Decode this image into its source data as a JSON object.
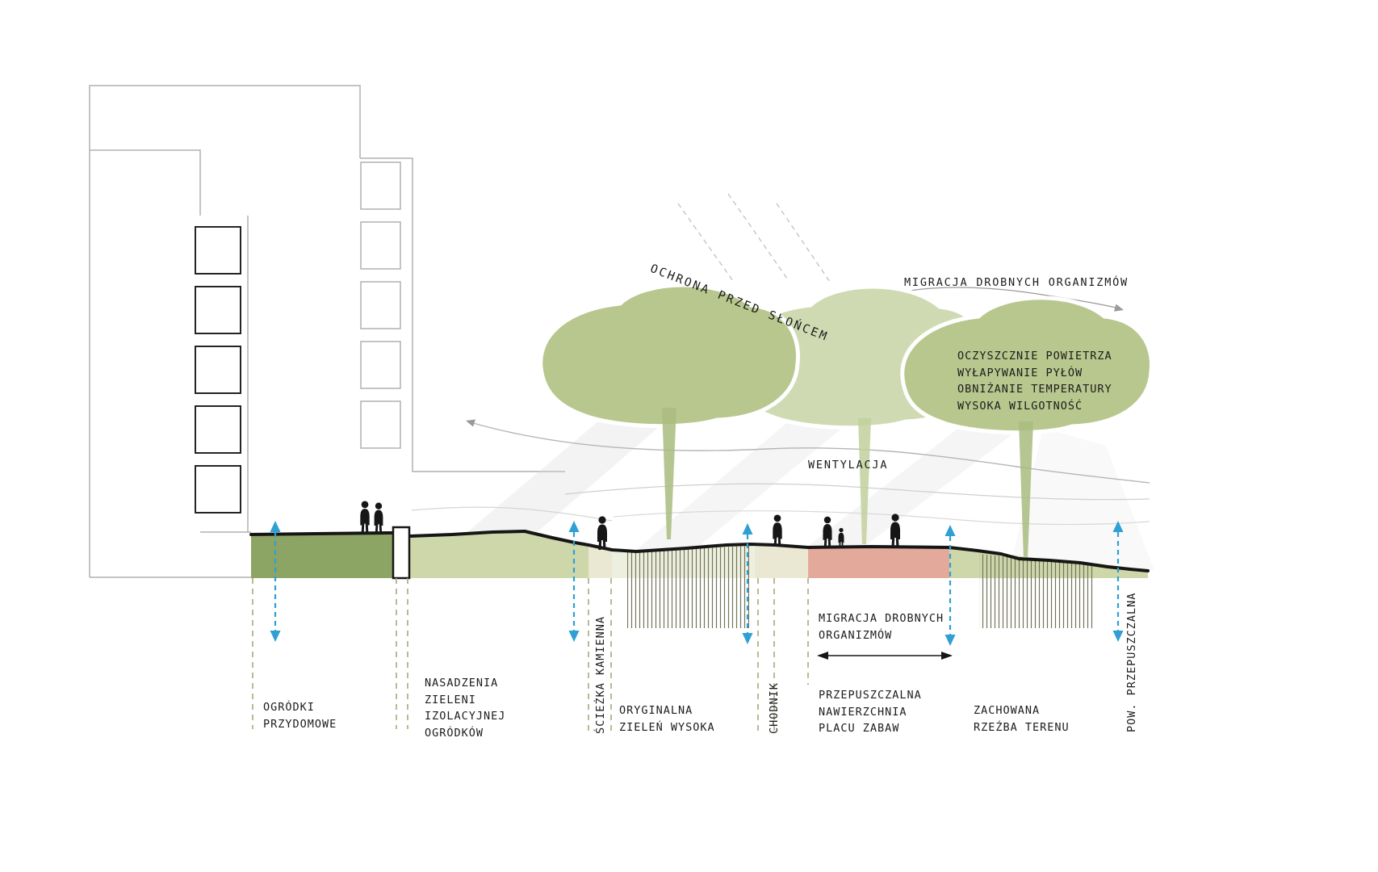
{
  "palette": {
    "dark_green": "#8ca464",
    "light_green": "#cdd7a9",
    "beige": "#eae8d2",
    "pink": "#e3aa9b",
    "tree_green": "#b8c78e",
    "tree_light": "#d0dab2",
    "arrow_blue": "#2f9fd4",
    "olive_dash": "#a8a87c",
    "ink": "#1c1c1c"
  },
  "annotations": {
    "sun_protection": "OCHRONA PRZED SŁOŃCEM",
    "migration_top": "MIGRACJA DROBNYCH ORGANIZMÓW",
    "air_benefits": "OCZYSZCZNIE POWIETRZA\nWYŁAPYWANIE PYŁÓW\nOBNIŻANIE TEMPERATURY\nWYSOKA WILGOTNOŚĆ",
    "ventilation": "WENTYLACJA",
    "migration_ground": "MIGRACJA DROBNYCH\nORGANIZMÓW"
  },
  "ground_labels": {
    "home_gardens": "OGRÓDKI\nPRZYDOMOWE",
    "isolation_greenery": "NASADZENIA\nZIELENI\nIZOLACYJNEJ\nOGRÓDKÓW",
    "stone_path": "ŚCIEŻKA KAMIENNA",
    "original_tall_greenery": "ORYGINALNA\nZIELEŃ WYSOKA",
    "sidewalk": "CHODNIK",
    "permeable_playground": "PRZEPUSZCZALNA\nNAWIERZCHNIA\nPLACU ZABAW",
    "preserved_terrain": "ZACHOWANA\nRZEŹBA TERENU",
    "permeable_surface": "POW. PRZEPUSZCZALNA"
  }
}
